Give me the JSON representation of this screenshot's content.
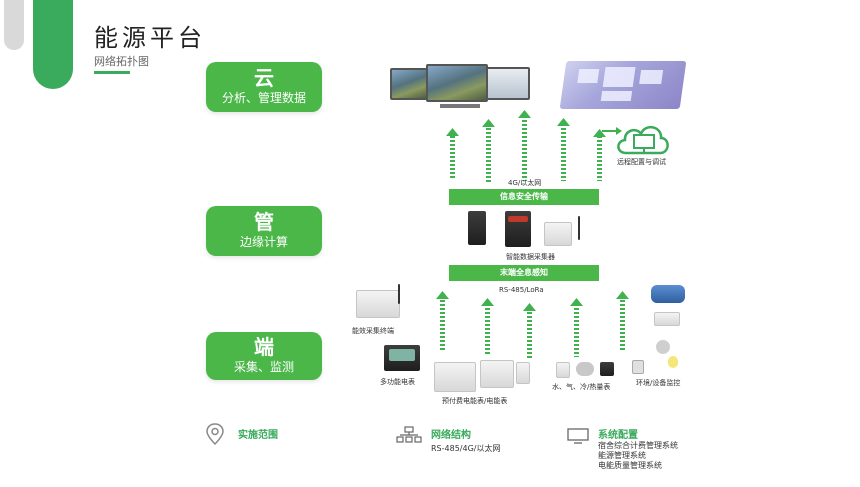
{
  "header": {
    "title": "能源平台",
    "subtitle": "网络拓扑图"
  },
  "layers": [
    {
      "name": "云",
      "desc": "分析、管理数据"
    },
    {
      "name": "管",
      "desc": "边缘计算"
    },
    {
      "name": "端",
      "desc": "采集、监测"
    }
  ],
  "diagram": {
    "remote_label": "远程配置与调试",
    "network_4g": "4G/以太网",
    "security_bar": "信息安全传输",
    "collector_label": "智能数据采集器",
    "sensing_bar": "末端全息感知",
    "rs485_lora": "RS-485/LoRa",
    "devices": {
      "energy_terminal": "能效采集终端",
      "multi_meter": "多功能电表",
      "prepaid_meter": "预付费电能表/电能表",
      "water_gas": "水、气、冷/热量表",
      "environment": "环境/设备监控"
    }
  },
  "footer": {
    "scope": {
      "title": "实施范围"
    },
    "network": {
      "title": "网络结构",
      "text": "RS-485/4G/以太网"
    },
    "system": {
      "title": "系统配置",
      "lines": [
        "宿舍综合计费管理系统",
        "能源管理系统",
        "电能质量管理系统"
      ]
    }
  },
  "colors": {
    "accent": "#3aaa5c",
    "box": "#4bb749",
    "arrow": "#3fb24f"
  }
}
